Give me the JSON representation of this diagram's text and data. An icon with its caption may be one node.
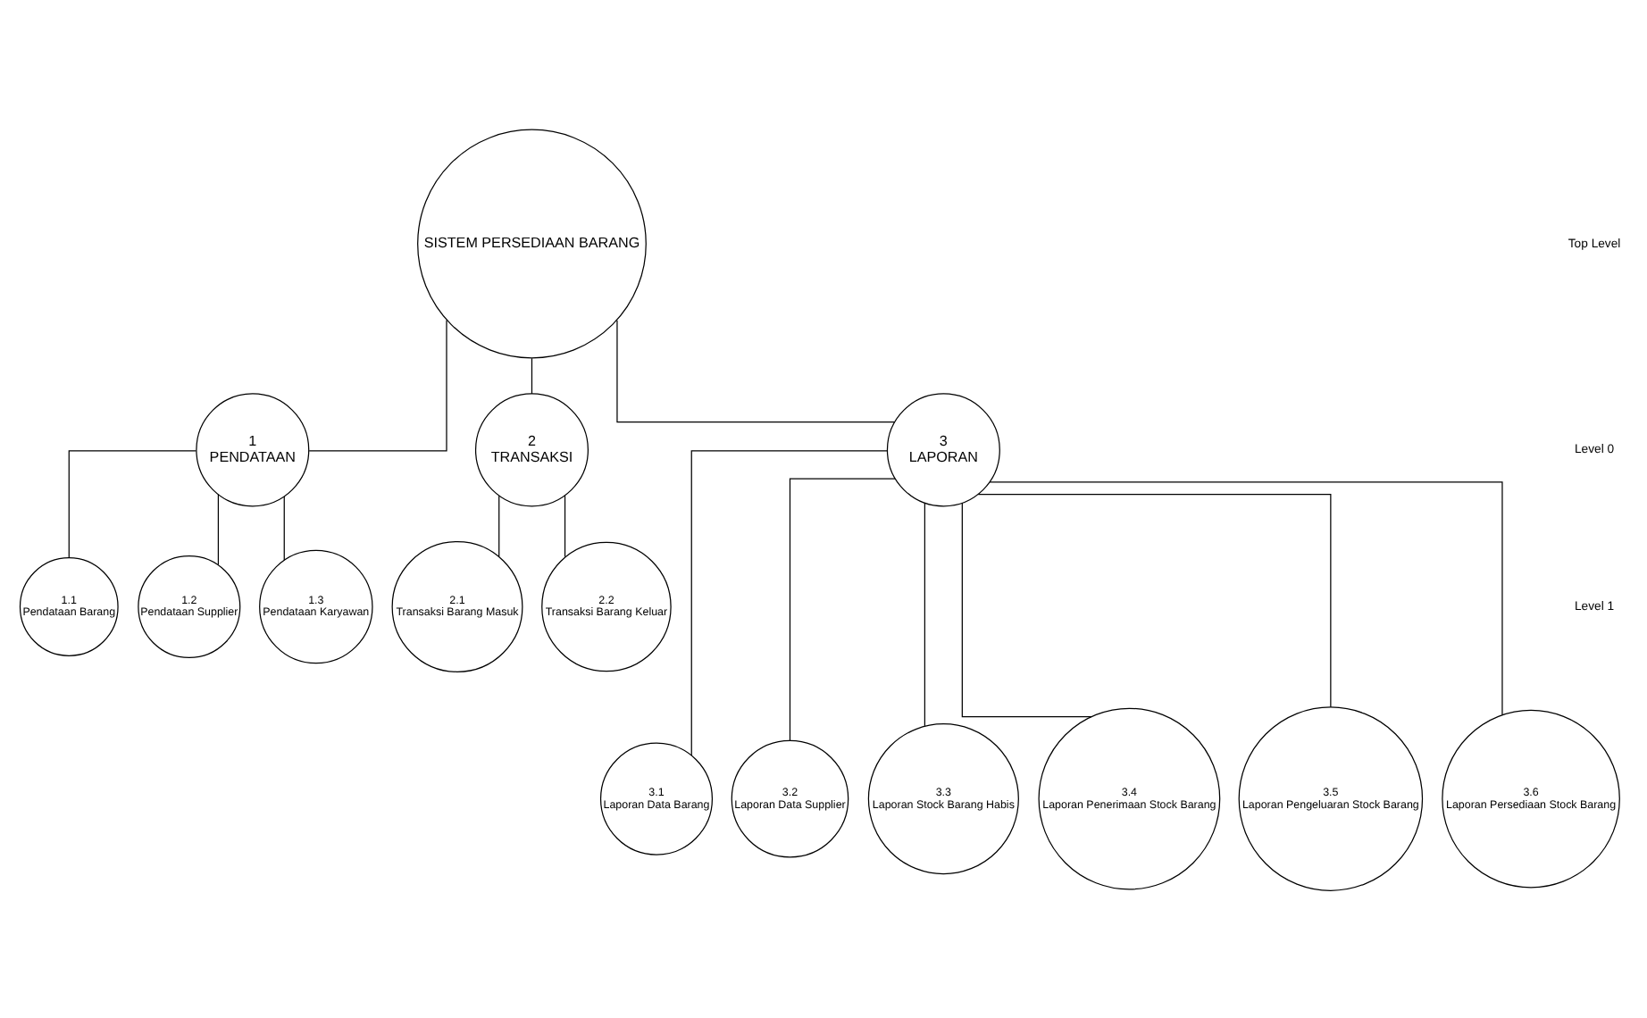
{
  "diagram": {
    "nodes": [
      {
        "text": [
          "SISTEM PERSEDIAAN BARANG"
        ]
      },
      {
        "text": [
          "1",
          "PENDATAAN"
        ]
      },
      {
        "text": [
          "2",
          "TRANSAKSI"
        ]
      },
      {
        "text": [
          "3",
          "LAPORAN"
        ]
      },
      {
        "text": [
          "1.1",
          "Pendataan Barang"
        ]
      },
      {
        "text": [
          "1.2",
          "Pendataan Supplier"
        ]
      },
      {
        "text": [
          "1.3",
          "Pendataan Karyawan"
        ]
      },
      {
        "text": [
          "2.1",
          "Transaksi Barang Masuk"
        ]
      },
      {
        "text": [
          "2.2",
          "Transaksi Barang Keluar"
        ]
      },
      {
        "text": [
          "3.1",
          "Laporan Data Barang"
        ]
      },
      {
        "text": [
          "3.2",
          "Laporan Data Supplier"
        ]
      },
      {
        "text": [
          "3.3",
          "Laporan Stock Barang Habis"
        ]
      },
      {
        "text": [
          "3.4",
          "Laporan Penerimaan Stock Barang"
        ]
      },
      {
        "text": [
          "3.5",
          "Laporan Pengeluaran Stock Barang"
        ]
      },
      {
        "text": [
          "3.6",
          "Laporan Persediaan Stock Barang"
        ]
      }
    ],
    "edges": [
      {
        "from": 0,
        "to": 1,
        "arrow": "none"
      },
      {
        "from": 0,
        "to": 2,
        "arrow": "none"
      },
      {
        "from": 0,
        "to": 3,
        "arrow": "none"
      },
      {
        "from": 1,
        "to": 4,
        "arrow": "none"
      },
      {
        "from": 1,
        "to": 5,
        "arrow": "none"
      },
      {
        "from": 1,
        "to": 6,
        "arrow": "none"
      },
      {
        "from": 2,
        "to": 7,
        "arrow": "none"
      },
      {
        "from": 2,
        "to": 8,
        "arrow": "none"
      },
      {
        "from": 3,
        "to": 9,
        "arrow": "none"
      },
      {
        "from": 3,
        "to": 10,
        "arrow": "none"
      },
      {
        "from": 3,
        "to": 11,
        "arrow": "none"
      },
      {
        "from": 3,
        "to": 12,
        "arrow": "none"
      },
      {
        "from": 3,
        "to": 13,
        "arrow": "none"
      },
      {
        "from": 3,
        "to": 14,
        "arrow": "none"
      }
    ],
    "labels": [
      "Top Level",
      "Level 0",
      "Level 1"
    ]
  }
}
